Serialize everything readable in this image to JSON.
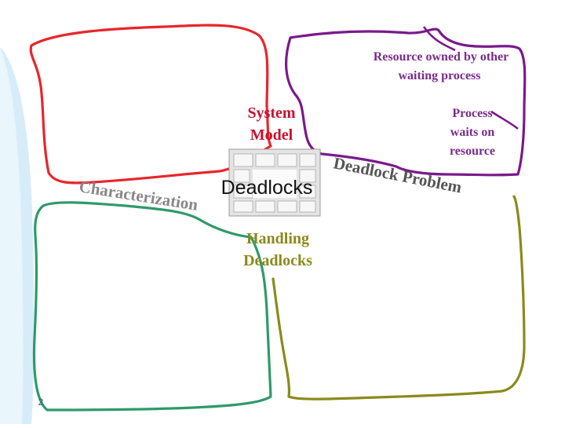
{
  "slide": {
    "center_title": "Deadlocks",
    "page_number": "2"
  },
  "quadrants": {
    "system_model": {
      "line1": "System",
      "line2": "Model",
      "color": "#c8102e"
    },
    "characterization": {
      "text": "Characterization",
      "color": "#888888"
    },
    "deadlock_problem": {
      "text": "Deadlock Problem",
      "color": "#555555"
    },
    "handling": {
      "line1": "Handling",
      "line2": "Deadlocks",
      "color": "#8a8a1c"
    }
  },
  "notes": {
    "resource_owned": {
      "line1": "Resource owned by other",
      "line2": "waiting process",
      "color": "#7b2c8c"
    },
    "process_waits": {
      "line1": "Process",
      "line2": "waits on",
      "line3": "resource",
      "color": "#7b2c8c"
    }
  },
  "colors": {
    "red": "#e8262c",
    "purple": "#7a1a8c",
    "green": "#2e9a6a",
    "olive": "#8a8a1c",
    "wedge": "#cfe9f7"
  },
  "icons": {
    "center_graphic": "stone-grid-icon"
  }
}
